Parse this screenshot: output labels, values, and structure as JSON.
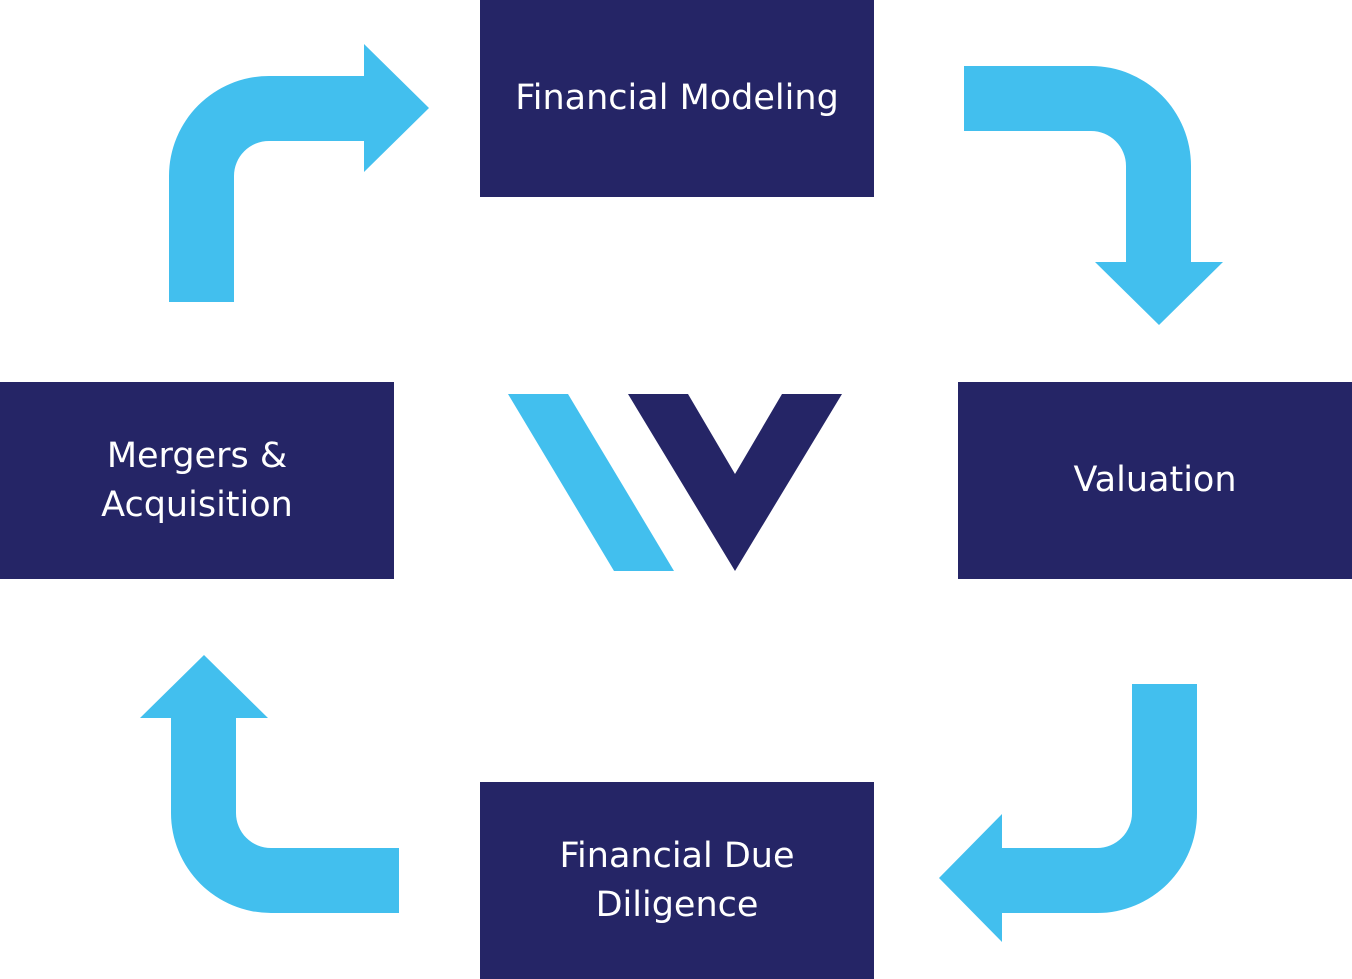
{
  "colors": {
    "box": "#252566",
    "arrow": "#42BFEE",
    "logo_light": "#42BFEE",
    "logo_dark": "#252566",
    "text": "#ffffff",
    "background": "#ffffff"
  },
  "stages": {
    "modeling": {
      "label": "Financial Modeling"
    },
    "valuation": {
      "label": "Valuation"
    },
    "diligence": {
      "label": "Financial Due\nDiligence"
    },
    "mergers": {
      "label": "Mergers &\nAcquisition"
    }
  },
  "arrows": [
    {
      "name": "arrow-mergers-to-modeling",
      "icon": "curved-arrow-right-icon"
    },
    {
      "name": "arrow-modeling-to-valuation",
      "icon": "curved-arrow-down-icon"
    },
    {
      "name": "arrow-valuation-to-diligence",
      "icon": "curved-arrow-left-icon"
    },
    {
      "name": "arrow-diligence-to-mergers",
      "icon": "curved-arrow-up-icon"
    }
  ],
  "logo": {
    "icon": "brand-v-logo-icon"
  }
}
